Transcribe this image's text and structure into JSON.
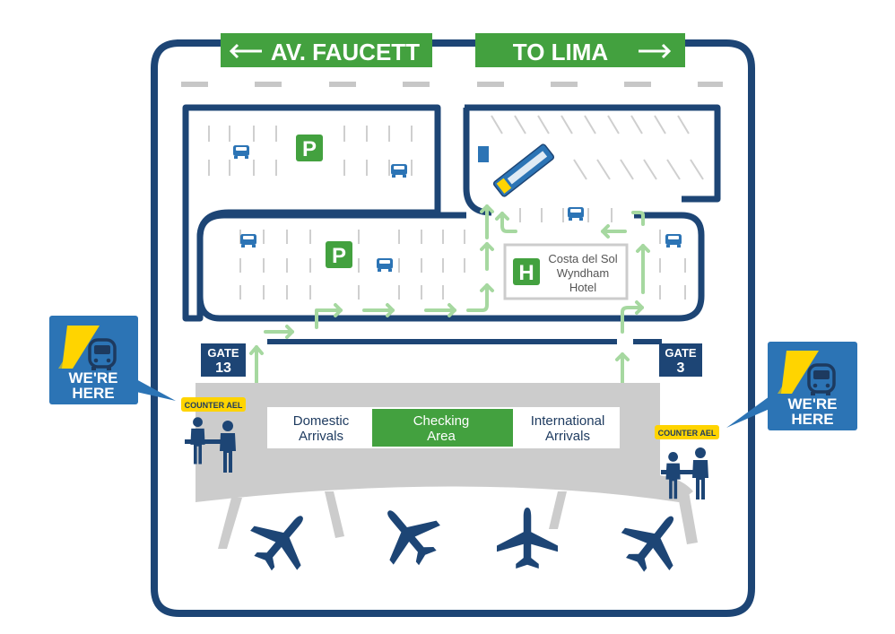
{
  "colors": {
    "navy": "#1d4575",
    "green": "#43a13f",
    "light_green": "#a6d8a0",
    "gray": "#cccccc",
    "blue": "#2c74b5",
    "yellow": "#ffd400",
    "white": "#ffffff",
    "text_dark": "#1d3a5f"
  },
  "road_signs": {
    "left": {
      "label": "AV. FAUCETT",
      "arrow": "left-arrow-icon"
    },
    "right": {
      "label": "TO LIMA",
      "arrow": "right-arrow-icon"
    }
  },
  "parking": {
    "label": "P"
  },
  "hotel": {
    "icon_label": "H",
    "line1": "Costa del Sol",
    "line2": "Wyndham",
    "line3": "Hotel"
  },
  "gates": {
    "left": {
      "word": "GATE",
      "number": "13"
    },
    "right": {
      "word": "GATE",
      "number": "3"
    }
  },
  "terminal": {
    "domestic": {
      "line1": "Domestic",
      "line2": "Arrivals"
    },
    "checking": {
      "line1": "Checking",
      "line2": "Area"
    },
    "international": {
      "line1": "International",
      "line2": "Arrivals"
    }
  },
  "counters": {
    "left": "COUNTER AEL",
    "right": "COUNTER AEL"
  },
  "callouts": {
    "left": {
      "line1": "WE'RE",
      "line2": "HERE"
    },
    "right": {
      "line1": "WE'RE",
      "line2": "HERE"
    }
  },
  "icons": [
    "car-icon",
    "bus-icon",
    "airplane-icon",
    "person-icon",
    "left-arrow-icon",
    "right-arrow-icon",
    "airport-express-logo"
  ]
}
